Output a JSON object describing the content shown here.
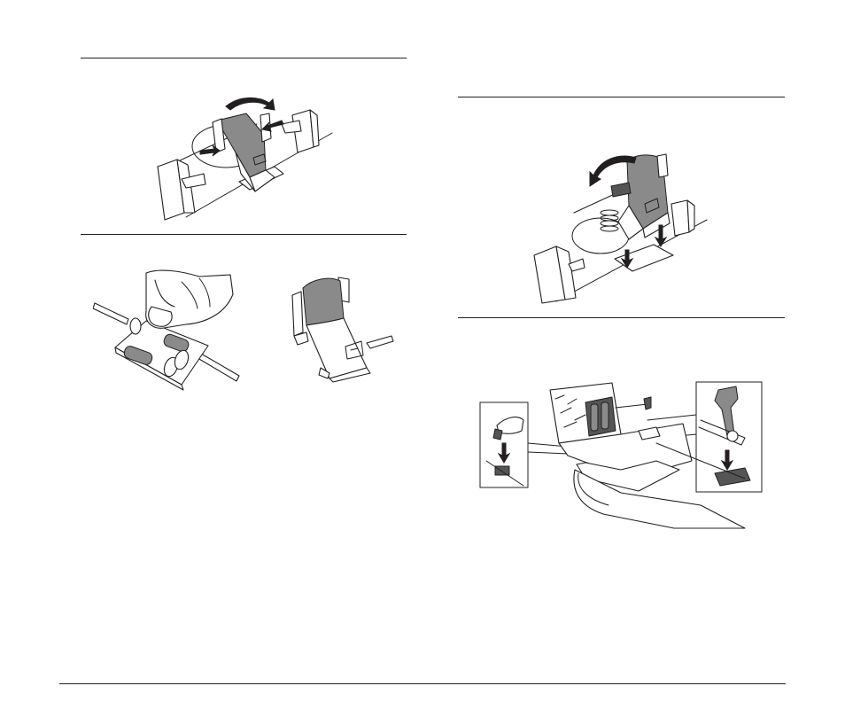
{
  "document": {
    "figures": [
      {
        "id": "fig-release-feed-roller",
        "icon": "release-roller-illustration"
      },
      {
        "id": "fig-clean-roller",
        "icon": "clean-roller-illustration"
      },
      {
        "id": "fig-new-roller",
        "icon": "roller-part-illustration"
      },
      {
        "id": "fig-install-roller",
        "icon": "install-roller-illustration"
      },
      {
        "id": "fig-attach-roller-unit",
        "icon": "scanner-roller-unit-illustration"
      }
    ]
  }
}
